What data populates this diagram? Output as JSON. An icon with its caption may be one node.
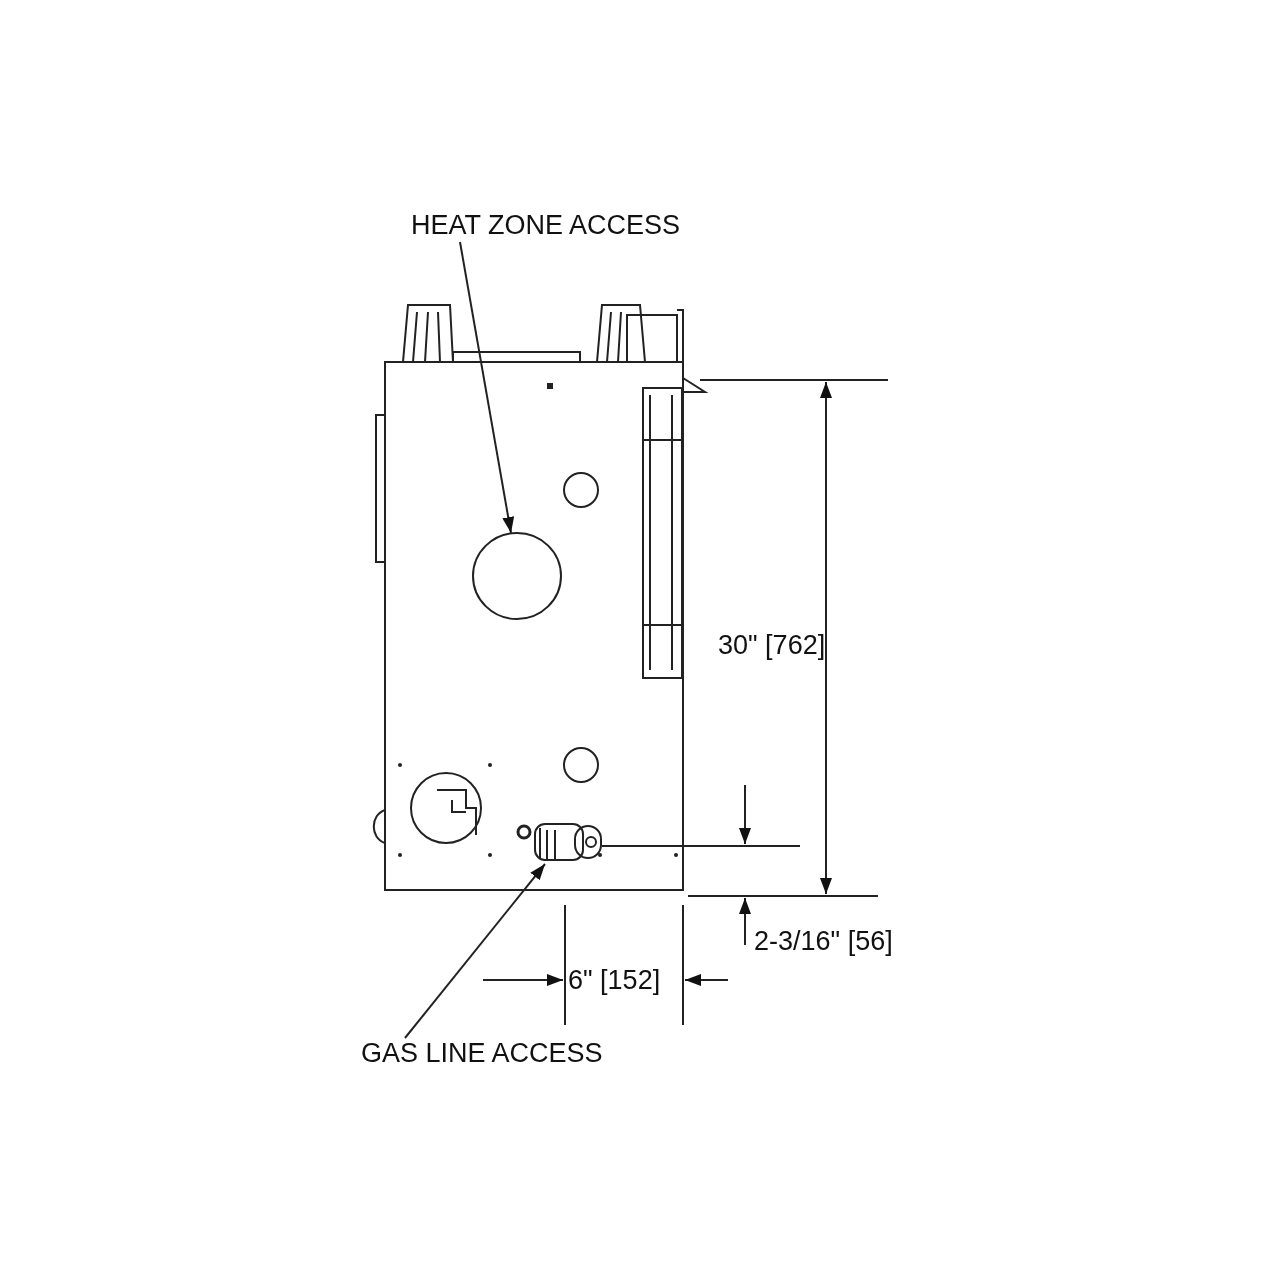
{
  "diagram": {
    "nodes": [
      {
        "text": [
          "HEAT ZONE ACCESS"
        ]
      },
      {
        "text": [],
        "shape": "circle"
      },
      {
        "text": [
          "GAS LINE ACCESS"
        ]
      },
      {
        "text": [],
        "shape": "picture"
      }
    ],
    "edges": [
      {
        "from": 0,
        "to": 1,
        "arrow": "to"
      },
      {
        "from": 2,
        "to": 3,
        "arrow": "to"
      }
    ],
    "labels": [
      "30\" [762]",
      "2-3/16\" [56]",
      "6\" [152]"
    ]
  }
}
